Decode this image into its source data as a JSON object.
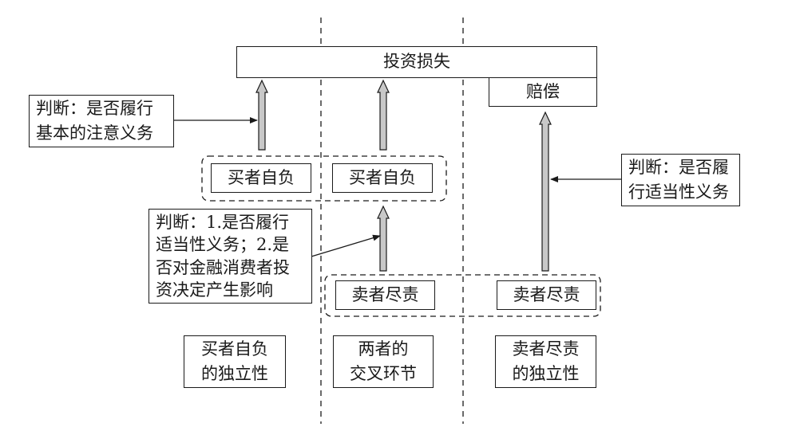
{
  "top": {
    "loss": "投资损失",
    "compensation": "赔偿"
  },
  "judgments": {
    "basic_duty": "判断：是否履行\n基本的注意义务",
    "suitability_duty": "判断：是否履\n行适当性义务",
    "influence": "判断：1.是否履行\n适当性义务；2.是\n否对金融消费者投\n资决定产生影响"
  },
  "nodes": {
    "buyer_left": "买者自负",
    "buyer_right": "买者自负",
    "seller_left": "卖者尽责",
    "seller_right": "卖者尽责"
  },
  "columns": {
    "buyer_independence": "买者自负\n的独立性",
    "intersection": "两者的\n交叉环节",
    "seller_independence": "卖者尽责\n的独立性"
  },
  "colors": {
    "line": "#1a1a1a",
    "arrow_fill": "#c8c8c8"
  }
}
